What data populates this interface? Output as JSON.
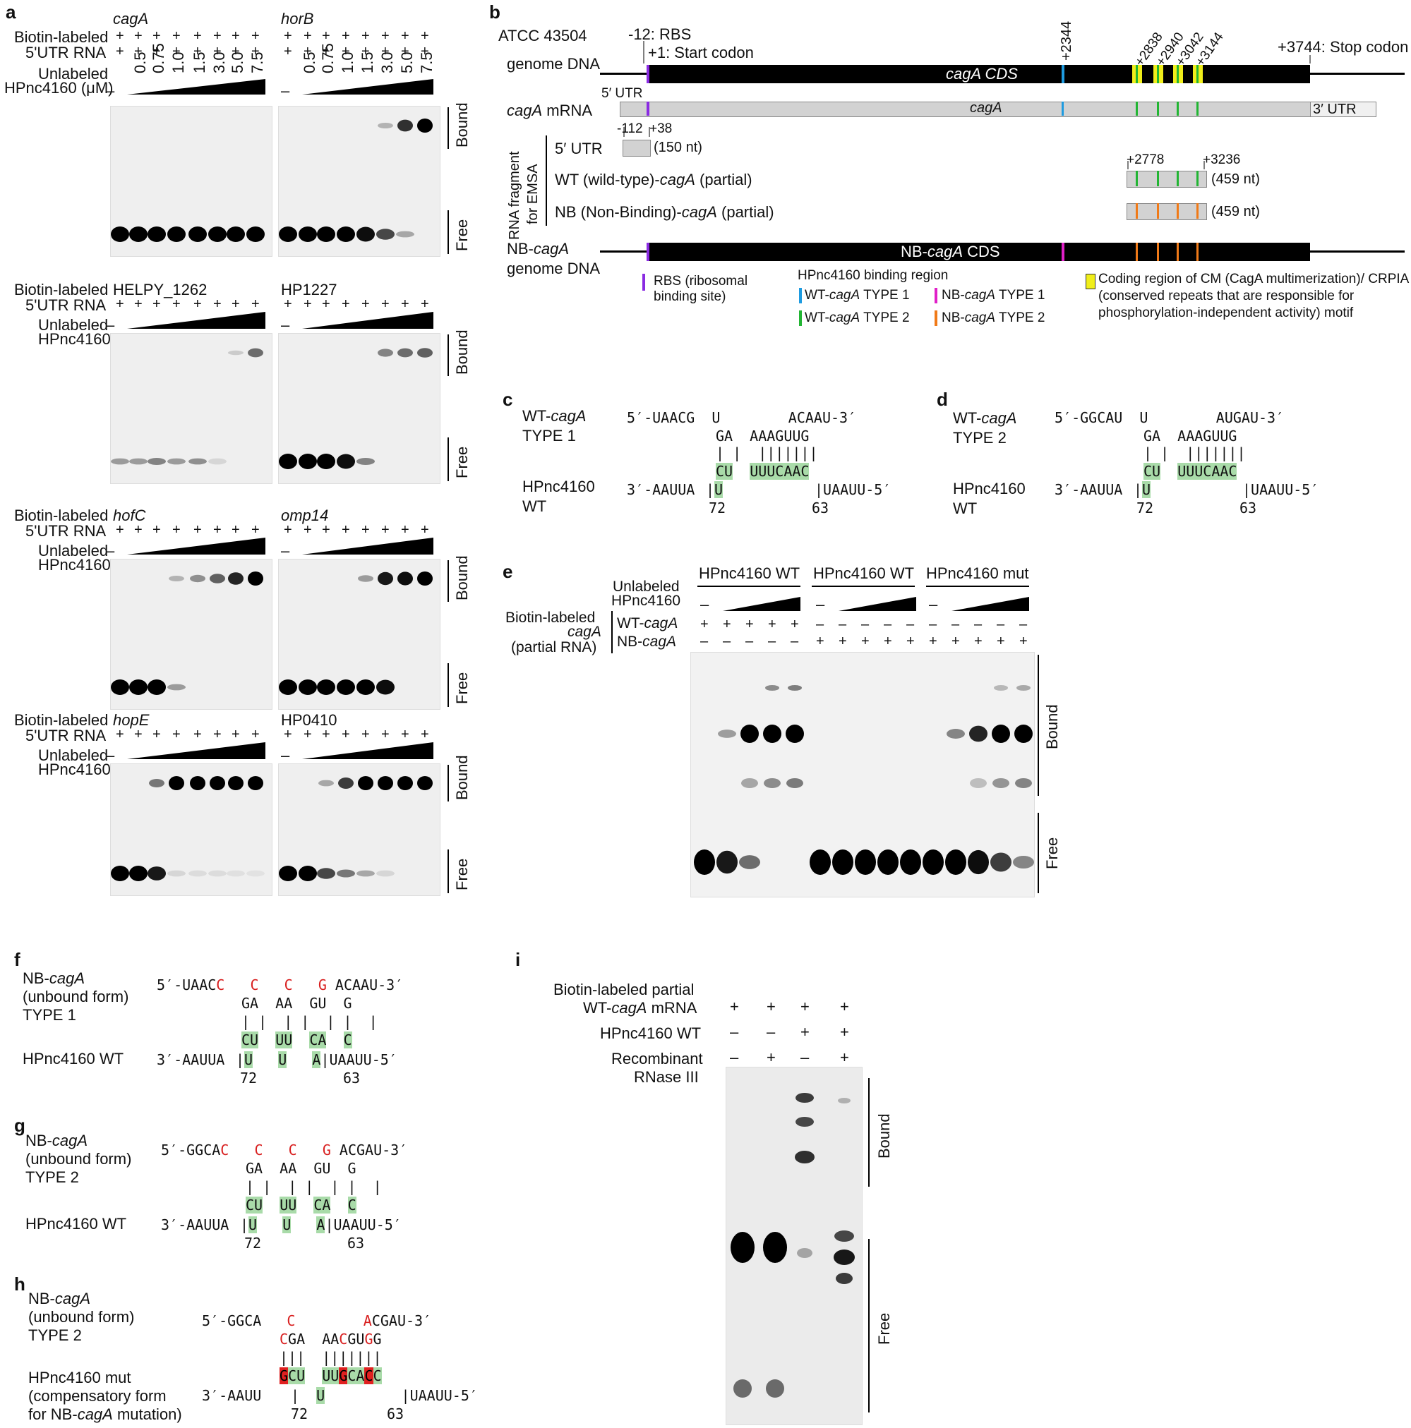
{
  "panel_labels": [
    "a",
    "b",
    "c",
    "d",
    "e",
    "f",
    "g",
    "h",
    "i"
  ],
  "panel_a": {
    "row_labels": {
      "biotin": "Biotin-labeled",
      "utr": "5'UTR RNA",
      "unlabeled": "Unlabeled",
      "hpnc_um": "HPnc4160 (μM)",
      "hpnc": "HPnc4160",
      "minus": "–",
      "plus": "+",
      "bound": "Bound",
      "free": "Free"
    },
    "concentrations": [
      "0.5",
      "0.75",
      "1.0",
      "1.5",
      "3.0",
      "5.0",
      "7.5"
    ],
    "genes": [
      {
        "name": "cagA",
        "italic": true
      },
      {
        "name": "horB",
        "italic": true
      },
      {
        "name": "HELPY_1262",
        "italic": false
      },
      {
        "name": "HP1227",
        "italic": false
      },
      {
        "name": "hofC",
        "italic": true
      },
      {
        "name": "omp14",
        "italic": true
      },
      {
        "name": "hopE",
        "italic": true
      },
      {
        "name": "HP0410",
        "italic": false
      }
    ]
  },
  "panel_b": {
    "strain": "ATCC 43504",
    "genome_dna": "genome DNA",
    "cds": "cagA CDS",
    "mrna": "cagA mRNA",
    "mrna_inner": "cagA",
    "utr5": "5′ UTR",
    "utr3": "3′ UTR",
    "rbs": "-12: RBS",
    "start": "+1: Start codon",
    "stop": "+3744: Stop codon",
    "pos2344": "+2344",
    "pos_cm": [
      "+2838",
      "+2940",
      "+3042",
      "+3144"
    ],
    "rna_fragment": "RNA fragment",
    "for_emsa": "for EMSA",
    "frag_5utr": "5′ UTR",
    "frag_wt": "WT (wild-type)-cagA (partial)",
    "frag_nb": "NB (Non-Binding)-cagA (partial)",
    "pos_m112": "-112",
    "pos_p38": "+38",
    "nt150": "(150 nt)",
    "pos_2778": "+2778",
    "pos_3236": "+3236",
    "nt459": "(459 nt)",
    "nb_cds": "NB-cagA CDS",
    "nb_genome_1": "NB-cagA",
    "nb_genome_2": "genome DNA",
    "legend_rbs": "RBS (ribosomal binding site)",
    "legend_region": "HPnc4160 binding region",
    "legend_wt1": "WT-cagA TYPE 1",
    "legend_wt2": "WT-cagA TYPE 2",
    "legend_nb1": "NB-cagA TYPE 1",
    "legend_nb2": "NB-cagA TYPE 2",
    "legend_cm": "Coding region of CM (CagA multimerization)/ CRPIA (conserved repeats that are responsible for phosphorylation-independent activity) motif",
    "colors": {
      "rbs": "#8a2be2",
      "wt1": "#1e9be0",
      "wt2": "#22b533",
      "nb1": "#e020c8",
      "nb2": "#f07a18",
      "cm": "#f0ee1a"
    }
  },
  "panel_c": {
    "label1": "WT-cagA",
    "label2": "TYPE 1",
    "top": "5′-UAACG  U        ACAAU-3′",
    "mid": "GA  AAAGUUG",
    "bot_label1": "HPnc4160",
    "bot_label2": "WT",
    "bot": "3′-AAUUA",
    "bot_end": "UAAUU-5′",
    "n72": "72",
    "n63": "63"
  },
  "panel_d": {
    "label1": "WT-cagA",
    "label2": "TYPE 2",
    "top": "5′-GGCAU  U        AUGAU-3′",
    "mid": "GA  AAAGUUG",
    "bot_label1": "HPnc4160",
    "bot_label2": "WT",
    "bot": "3′-AAUUA",
    "bot_end": "UAAUU-5′",
    "n72": "72",
    "n63": "63"
  },
  "panel_e": {
    "group1": "HPnc4160 WT",
    "group2": "HPnc4160 WT",
    "group3": "HPnc4160 mut",
    "unlabeled": "Unlabeled",
    "hpnc": "HPnc4160",
    "biotin": "Biotin-labeled",
    "cagA": "cagA",
    "partial": "(partial RNA)",
    "wt_cagA": "WT-cagA",
    "nb_cagA": "NB-cagA",
    "bound": "Bound",
    "free": "Free"
  },
  "panel_f": {
    "l1": "NB-cagA",
    "l2": "(unbound form)",
    "l3": "TYPE 1",
    "top_pre": "5′-UAAC",
    "top_end": "ACAAU-3′",
    "mid": "GA  AA  GU  G",
    "hpnc": "HPnc4160 WT",
    "bot": "3′-AAUUA",
    "bot_end": "UAAUU-5′",
    "n72": "72",
    "n63": "63"
  },
  "panel_g": {
    "l1": "NB-cagA",
    "l2": "(unbound form)",
    "l3": "TYPE 2",
    "top_pre": "5′-GGCA",
    "top_end": "ACGAU-3′",
    "mid": "GA  AA  GU  G",
    "hpnc": "HPnc4160 WT",
    "bot": "3′-AAUUA",
    "bot_end": "UAAUU-5′",
    "n72": "72",
    "n63": "63"
  },
  "panel_h": {
    "l1": "NB-cagA",
    "l2": "(unbound form)",
    "l3": "TYPE 2",
    "l4": "HPnc4160 mut",
    "l5": "(compensatory form",
    "l6": "for NB-cagA mutation)",
    "top_pre": "5′-GGCA",
    "top_end": "ACGAU-3′",
    "bot": "3′-AAUU",
    "bot_end": "UAAUU-5′",
    "n72": "72",
    "n63": "63"
  },
  "panel_i": {
    "r1a": "Biotin-labeled partial",
    "r1b": "WT-cagA mRNA",
    "r2": "HPnc4160 WT",
    "r3a": "Recombinant",
    "r3b": "RNase III",
    "bound": "Bound",
    "free": "Free"
  }
}
